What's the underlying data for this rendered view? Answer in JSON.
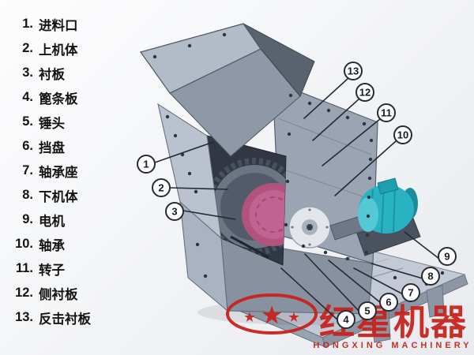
{
  "parts": {
    "items": [
      {
        "num": "1",
        "label": "进料口"
      },
      {
        "num": "2",
        "label": "上机体"
      },
      {
        "num": "3",
        "label": "衬板"
      },
      {
        "num": "4",
        "label": "篦条板"
      },
      {
        "num": "5",
        "label": "锤头"
      },
      {
        "num": "6",
        "label": "挡盘"
      },
      {
        "num": "7",
        "label": "轴承座"
      },
      {
        "num": "8",
        "label": "下机体"
      },
      {
        "num": "9",
        "label": "电机"
      },
      {
        "num": "10",
        "label": "轴承"
      },
      {
        "num": "11",
        "label": "转子"
      },
      {
        "num": "12",
        "label": "侧衬板"
      },
      {
        "num": "13",
        "label": "反击衬板"
      }
    ]
  },
  "logo": {
    "brand_cn": "红星机器",
    "brand_en": "HONGXING MACHINERY",
    "star": "★"
  },
  "colors": {
    "accent_red": "#c8231e",
    "machine_steel_light": "#b9c2ce",
    "machine_steel_mid": "#9aa4b2",
    "machine_steel_dark": "#59626f",
    "interior_dark": "#313844",
    "rotor_pink": "#b2537d",
    "motor_cyan": "#28b2c2",
    "callout_stroke": "#262b33"
  }
}
